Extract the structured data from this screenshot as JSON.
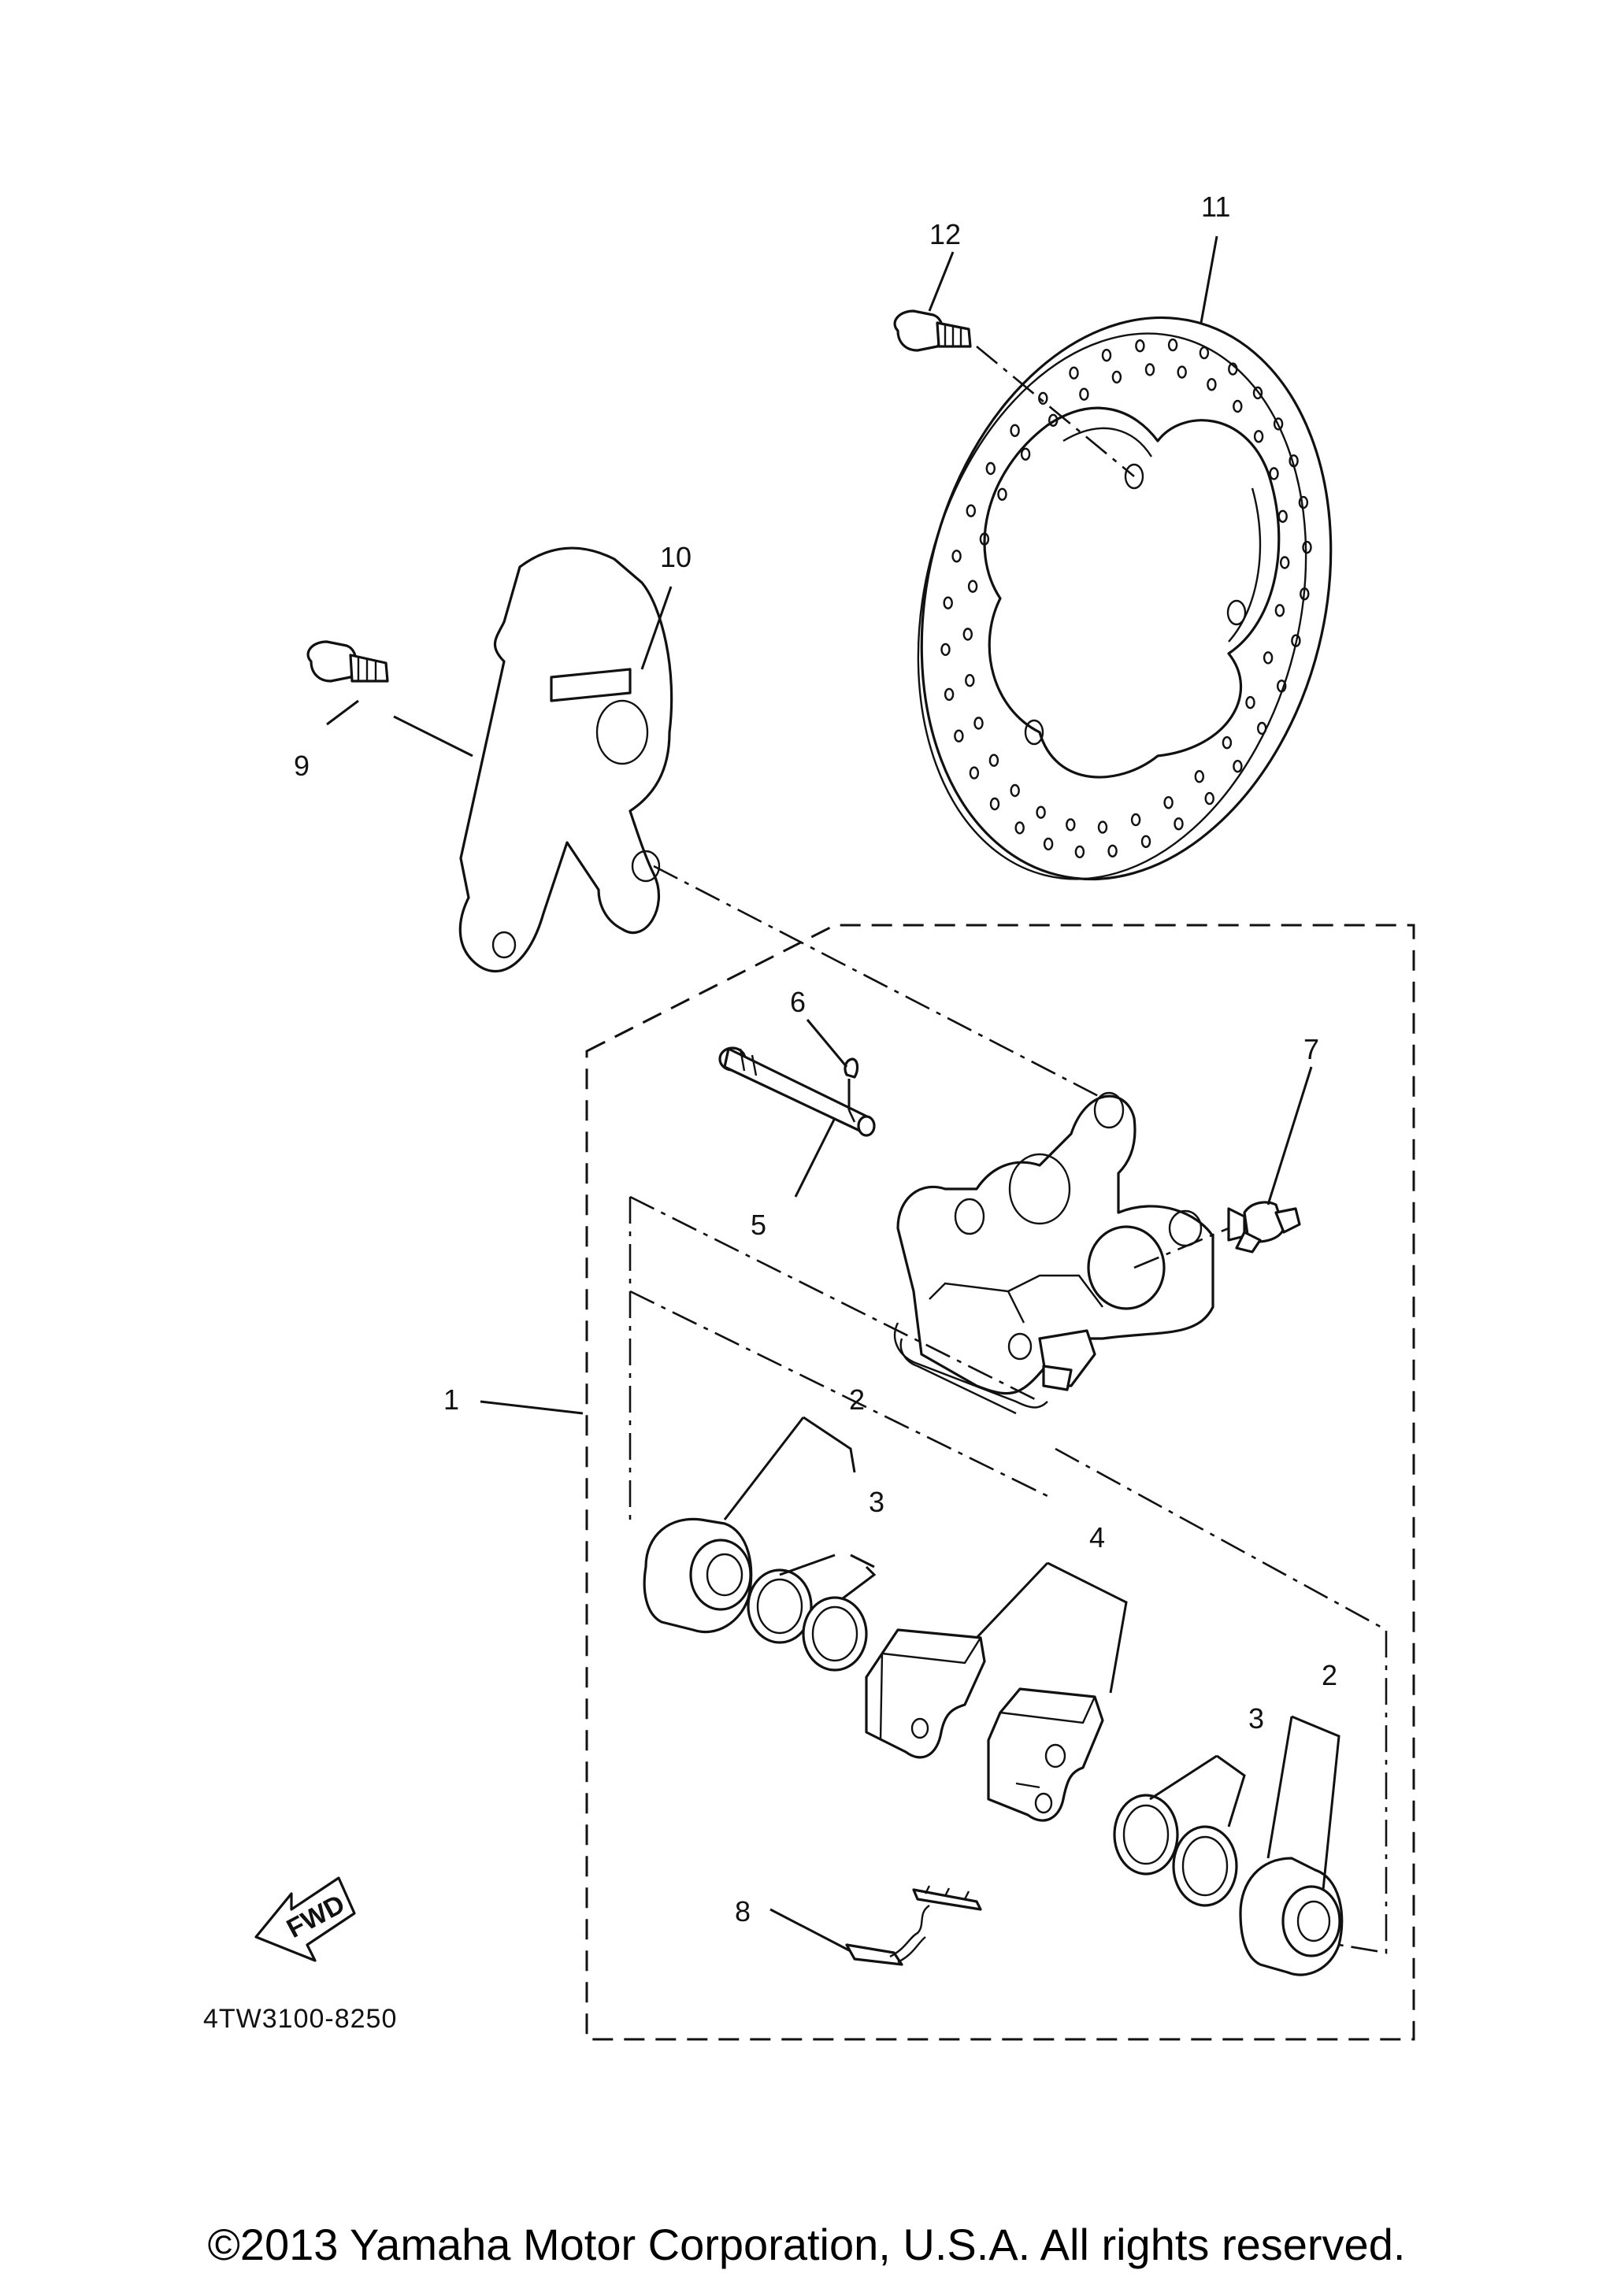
{
  "diagram": {
    "callouts": [
      {
        "id": "1",
        "label": "1"
      },
      {
        "id": "2a",
        "label": "2"
      },
      {
        "id": "2b",
        "label": "2"
      },
      {
        "id": "3a",
        "label": "3"
      },
      {
        "id": "3b",
        "label": "3"
      },
      {
        "id": "4",
        "label": "4"
      },
      {
        "id": "5",
        "label": "5"
      },
      {
        "id": "6",
        "label": "6"
      },
      {
        "id": "7",
        "label": "7"
      },
      {
        "id": "8",
        "label": "8"
      },
      {
        "id": "9",
        "label": "9"
      },
      {
        "id": "10",
        "label": "10"
      },
      {
        "id": "11",
        "label": "11"
      },
      {
        "id": "12",
        "label": "12"
      }
    ],
    "fwd_label": "FWD",
    "part_code": "4TW3100-8250"
  },
  "copyright": "©2013 Yamaha Motor Corporation, U.S.A. All rights reserved.",
  "colors": {
    "ink": "#111111",
    "background": "#ffffff"
  }
}
